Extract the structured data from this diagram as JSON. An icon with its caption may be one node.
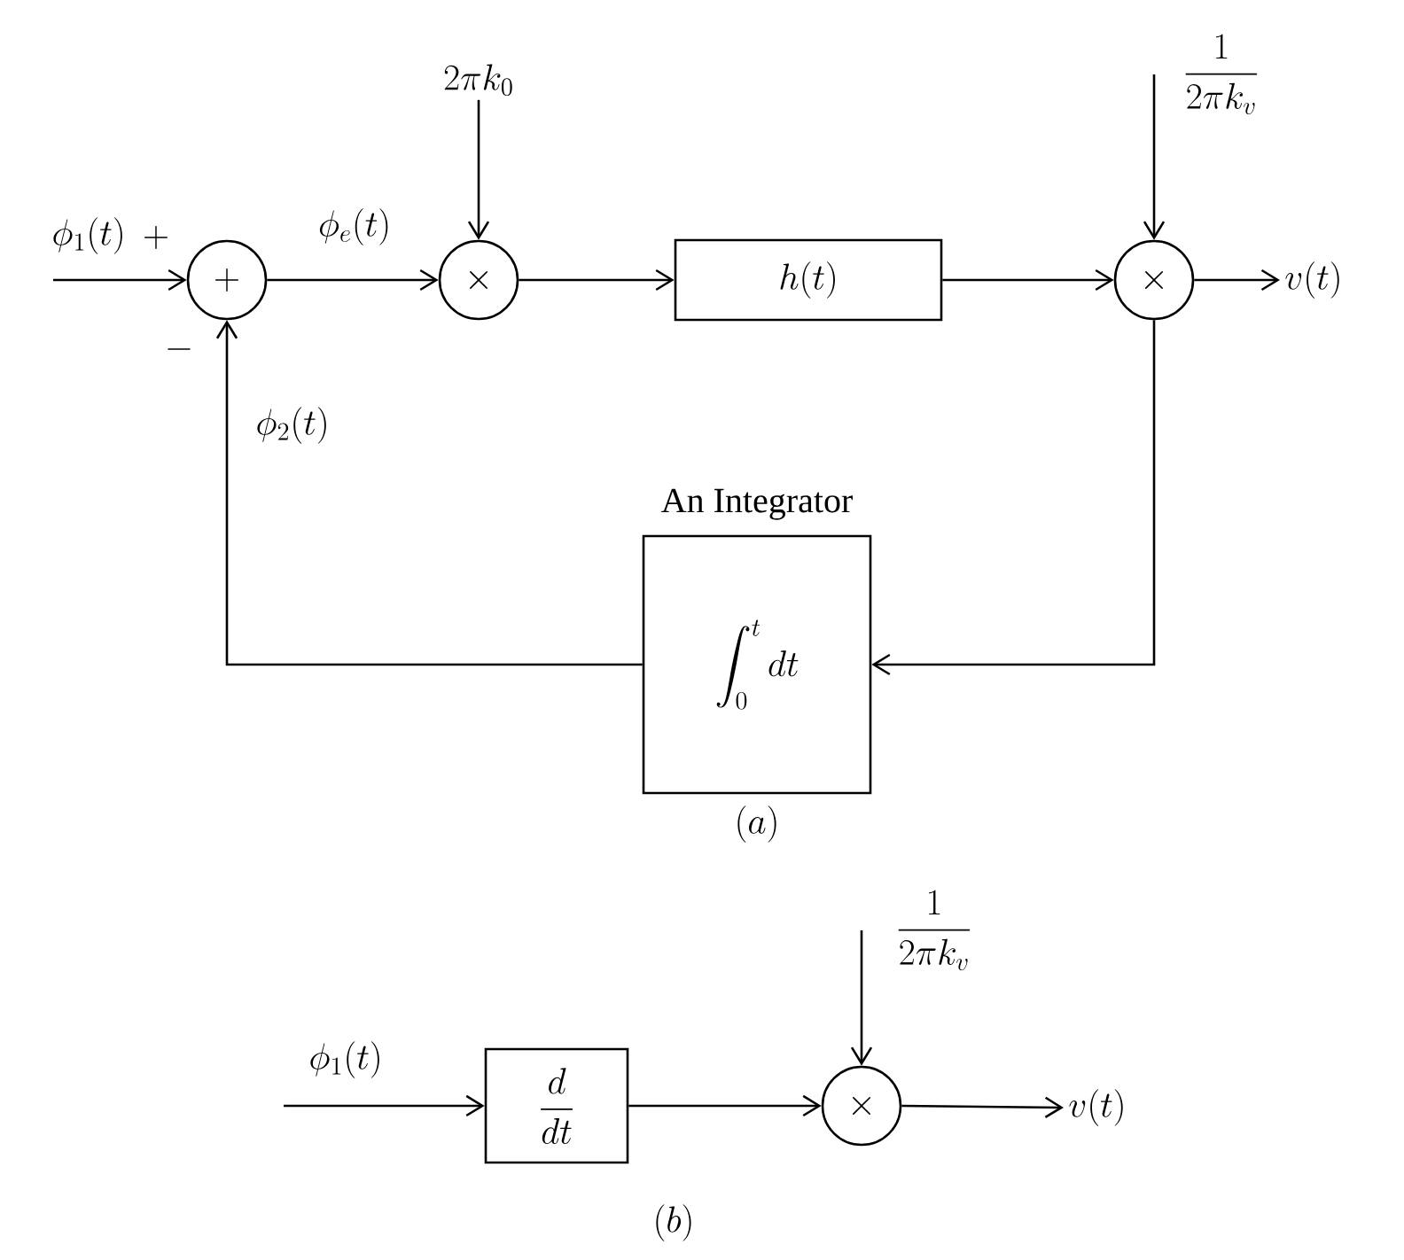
{
  "diagram": {
    "nodes": [
      {
        "text": [
          "2\\pi k_0"
        ]
      },
      {
        "text": [
          "\\frac{1}{2\\pi k_v}"
        ]
      },
      {
        "text": [
          "+"
        ]
      },
      {
        "text": [
          "\\times"
        ]
      },
      {
        "text": [
          "h(t)"
        ]
      },
      {
        "text": [
          "\\times"
        ]
      },
      {
        "text": [
          "v(t)"
        ]
      },
      {
        "text": [
          "An Integrator",
          "\\int_0^t dt"
        ]
      },
      {
        "text": [
          "\\frac{1}{2\\pi k_v}"
        ]
      },
      {
        "text": [
          "\\frac{d}{dt}"
        ]
      },
      {
        "text": [
          "\\times"
        ]
      },
      {
        "text": [
          "v(t)"
        ]
      }
    ],
    "edges": [
      {
        "from": null,
        "to": 2,
        "arrow": "to",
        "label": "\\phi_1(t)"
      },
      {
        "from": 2,
        "to": 3,
        "arrow": "to",
        "label": "\\phi_e(t)"
      },
      {
        "from": 0,
        "to": 3,
        "arrow": "to"
      },
      {
        "from": 3,
        "to": 4,
        "arrow": "to"
      },
      {
        "from": 4,
        "to": 5,
        "arrow": "to"
      },
      {
        "from": 1,
        "to": 5,
        "arrow": "to"
      },
      {
        "from": 5,
        "to": 6,
        "arrow": "to"
      },
      {
        "from": 5,
        "to": 7,
        "arrow": "to"
      },
      {
        "from": 7,
        "to": 2,
        "arrow": "to",
        "label": "\\phi_2(t)"
      },
      {
        "from": null,
        "to": 9,
        "arrow": "to",
        "label": "\\phi_1(t)"
      },
      {
        "from": 9,
        "to": 10,
        "arrow": "to"
      },
      {
        "from": 8,
        "to": 10,
        "arrow": "to"
      },
      {
        "from": 10,
        "to": 11,
        "arrow": "to"
      }
    ],
    "labels": [
      "+",
      "-",
      "(a)",
      "(b)"
    ]
  }
}
